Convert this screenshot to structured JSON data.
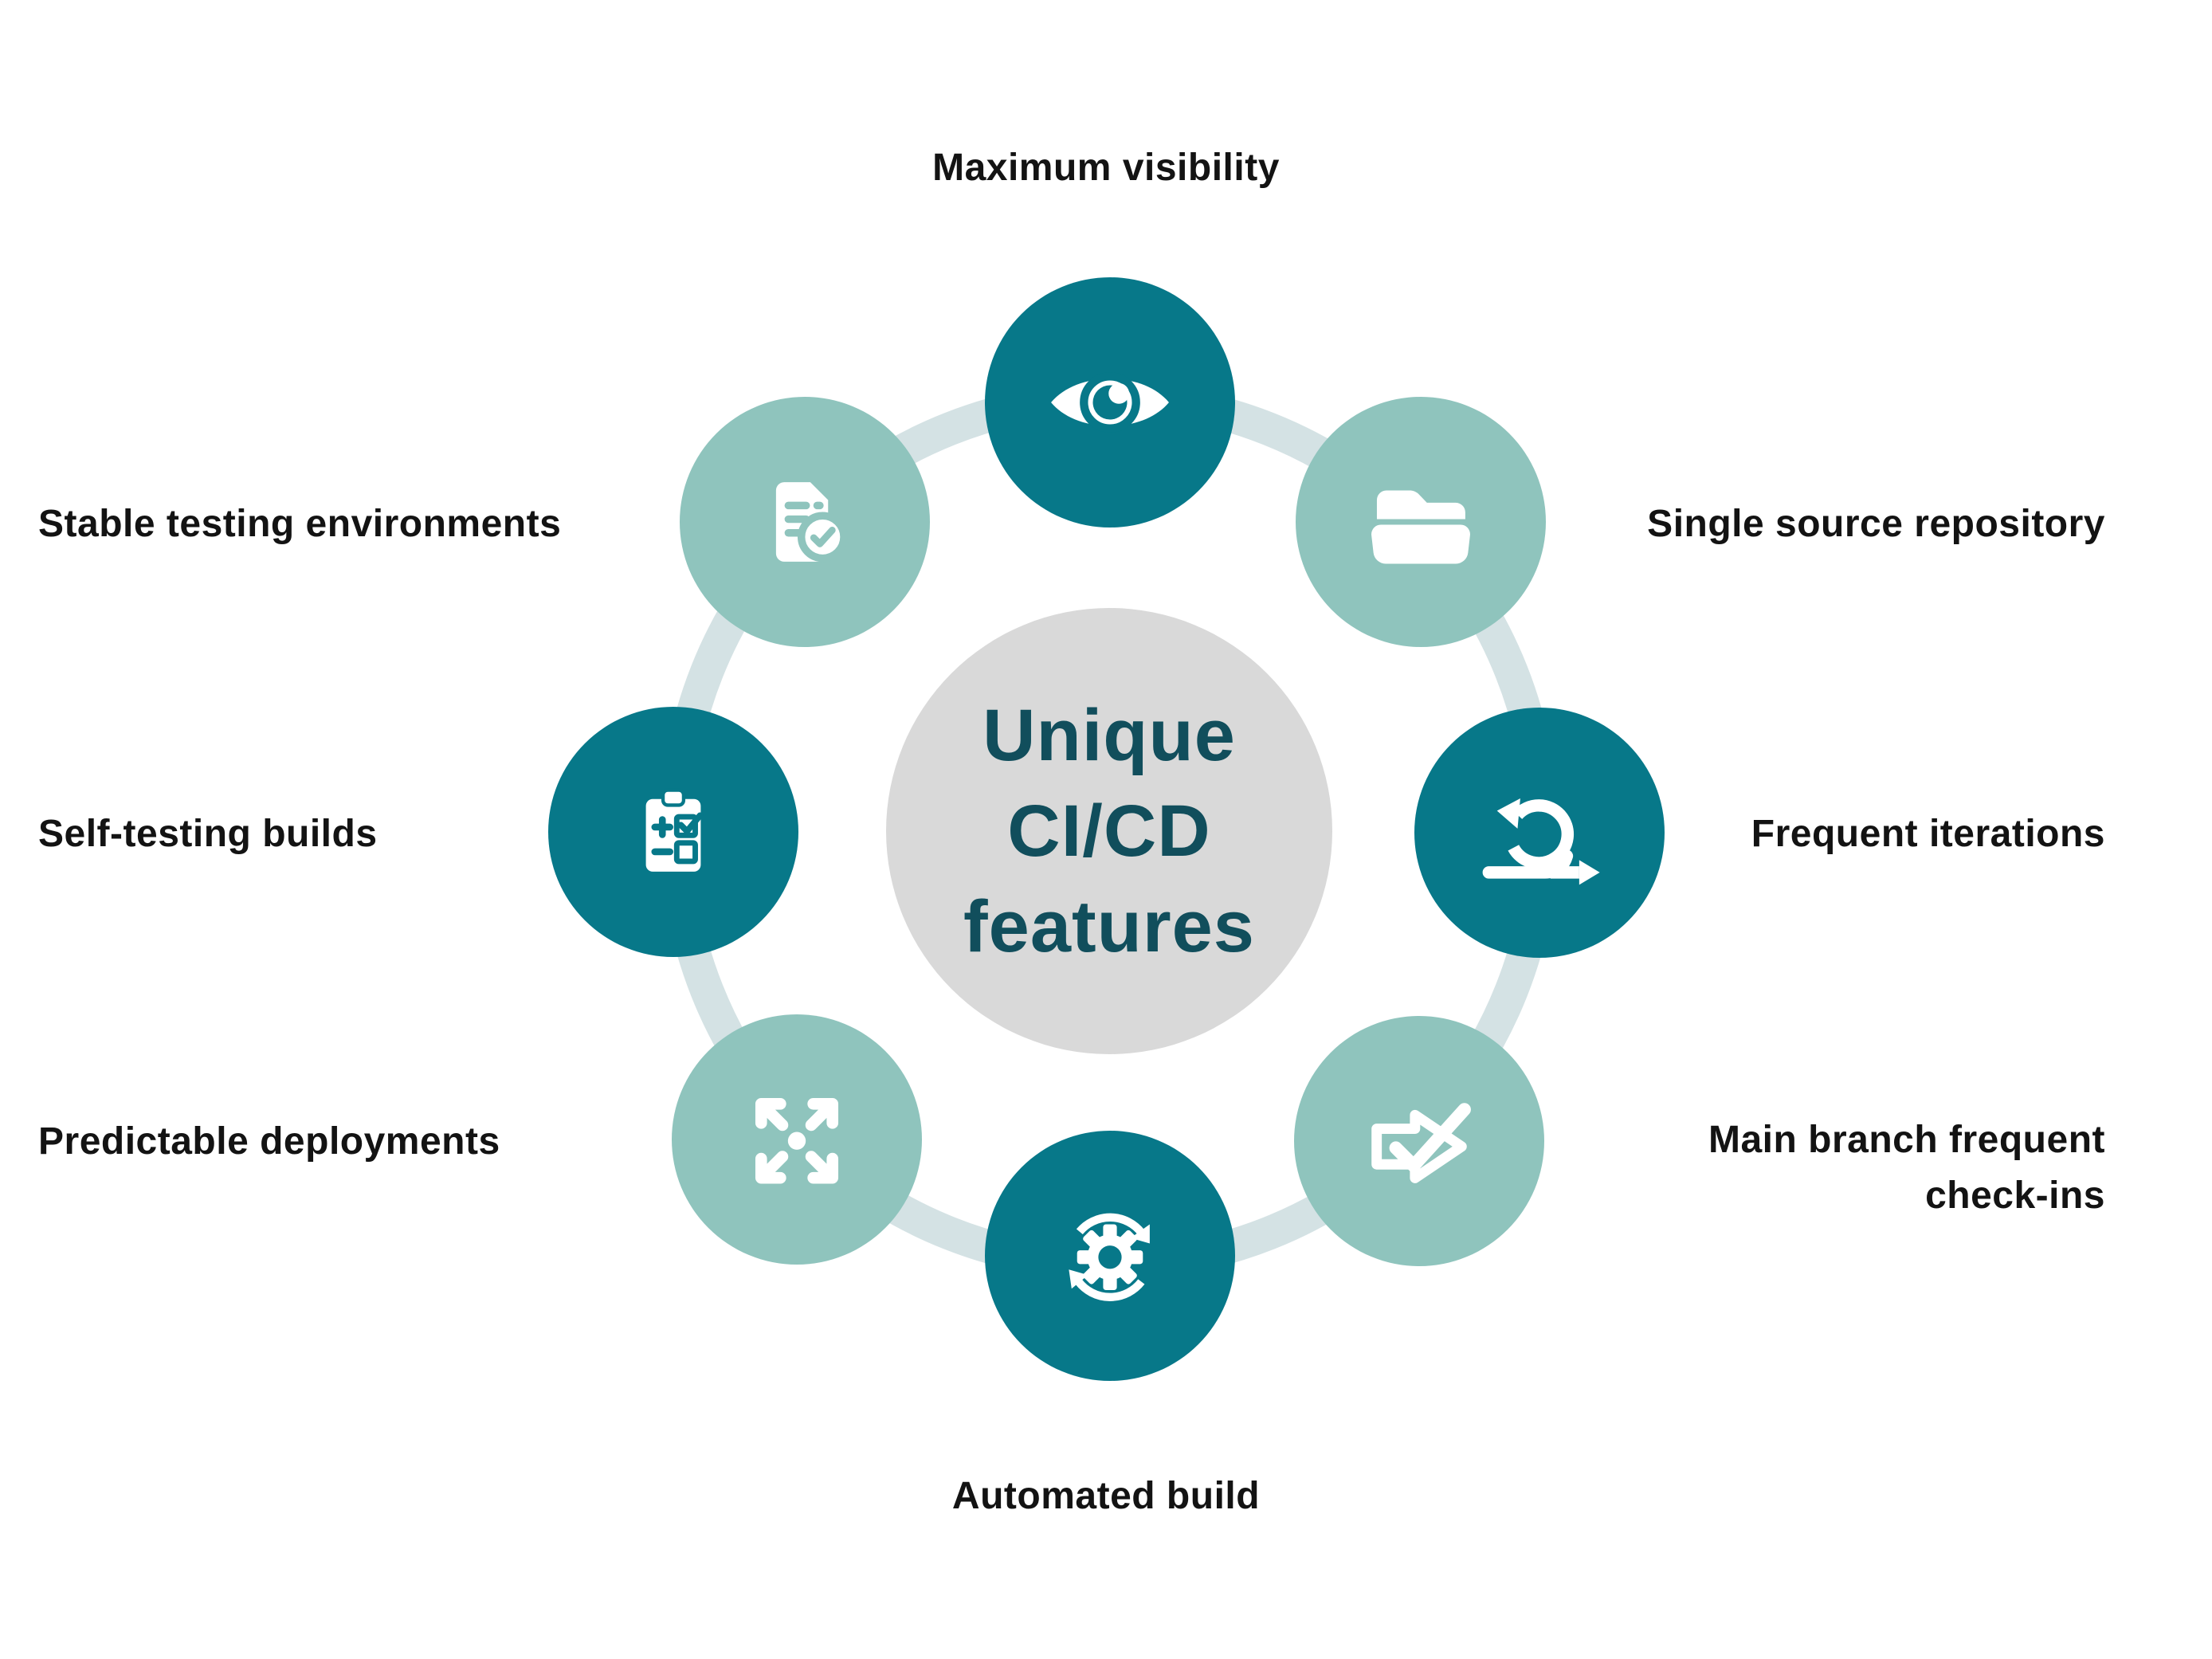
{
  "center": {
    "line1": "Unique",
    "line2": "CI/CD",
    "line3": "features"
  },
  "nodes": {
    "top": {
      "label": "Maximum visibility",
      "icon": "eye-icon",
      "tone": "dark"
    },
    "top_right": {
      "label": "Single source repository",
      "icon": "folder-icon",
      "tone": "light"
    },
    "right": {
      "label": "Frequent iterations",
      "icon": "iteration-loop-icon",
      "tone": "dark"
    },
    "bottom_right": {
      "label": "Main branch frequent check-ins",
      "icon": "arrow-check-icon",
      "tone": "light"
    },
    "bottom": {
      "label": "Automated build",
      "icon": "gear-cycle-icon",
      "tone": "dark"
    },
    "bottom_left": {
      "label": "Predictable deployments",
      "icon": "expand-arrows-icon",
      "tone": "light"
    },
    "left": {
      "label": "Self-testing builds",
      "icon": "clipboard-checklist-icon",
      "tone": "dark"
    },
    "top_left": {
      "label": "Stable testing environments",
      "icon": "document-check-icon",
      "tone": "light"
    }
  },
  "colors": {
    "dark_teal": "#077889",
    "light_teal": "#8fc4bd",
    "ring": "#d4e2e4",
    "center_bg": "#d9d9d9",
    "center_text": "#114e5c",
    "label_color": "#131313"
  }
}
